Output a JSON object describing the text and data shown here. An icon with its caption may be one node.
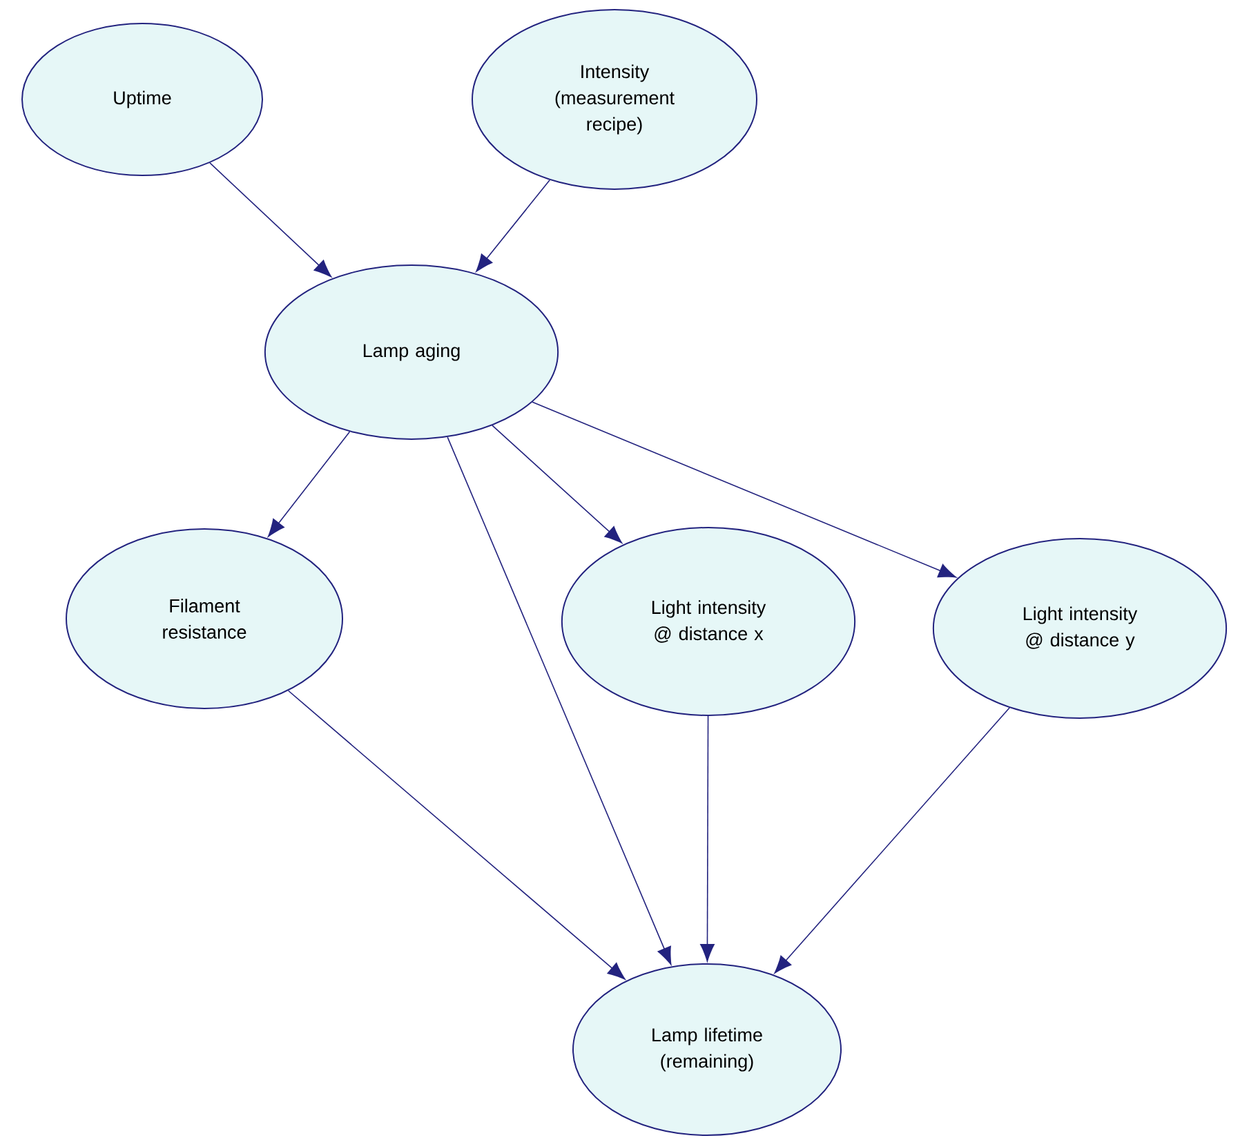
{
  "diagram": {
    "nodes": [
      {
        "text": [
          "Uptime"
        ]
      },
      {
        "text": [
          "Intensity (measurement recipe)"
        ]
      },
      {
        "text": [
          "Lamp aging"
        ]
      },
      {
        "text": [
          "Filament resistance"
        ]
      },
      {
        "text": [
          "Light intensity @ distance x"
        ]
      },
      {
        "text": [
          "Light intensity @ distance y"
        ]
      },
      {
        "text": [
          "Lamp lifetime (remaining)"
        ]
      }
    ],
    "edges": [
      {
        "from": 0,
        "to": 2,
        "arrow": "to"
      },
      {
        "from": 1,
        "to": 2,
        "arrow": "to"
      },
      {
        "from": 2,
        "to": 3,
        "arrow": "to"
      },
      {
        "from": 2,
        "to": 6,
        "arrow": "to"
      },
      {
        "from": 2,
        "to": 4,
        "arrow": "to"
      },
      {
        "from": 2,
        "to": 5,
        "arrow": "to"
      },
      {
        "from": 3,
        "to": 6,
        "arrow": "to"
      },
      {
        "from": 4,
        "to": 6,
        "arrow": "to"
      },
      {
        "from": 5,
        "to": 6,
        "arrow": "to"
      }
    ]
  }
}
